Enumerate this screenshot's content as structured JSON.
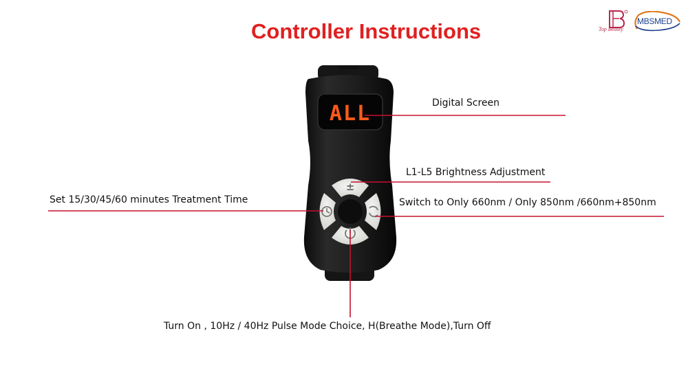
{
  "title": "Controller Instructions",
  "logos": {
    "top_beauty": "Top Beauty",
    "mbsmed": "MBSMED"
  },
  "screen_display": "ALL",
  "labels": {
    "digital_screen": "Digital Screen",
    "brightness": "L1-L5 Brightness Adjustment",
    "treatment_time": "Set 15/30/45/60 minutes Treatment Time",
    "wavelength_switch": "Switch to Only 660nm / Only 850nm /660nm+850nm",
    "power": "Turn On , 10Hz / 40Hz Pulse Mode Choice, H(Breathe Mode),Turn Off"
  },
  "buttons": {
    "top_symbol": "±"
  },
  "colors": {
    "title": "#e02020",
    "leader_line": "#c8102e",
    "device_body": "#1a1a1a",
    "screen_digits": "#ff5a1a",
    "button_face": "#e8e8e6"
  }
}
